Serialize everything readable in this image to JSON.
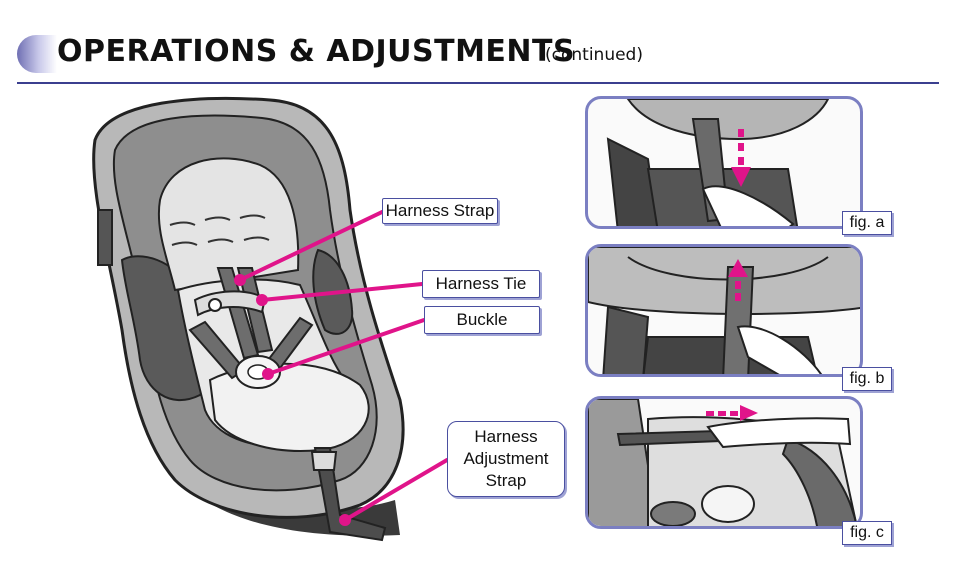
{
  "header": {
    "title": "OPERATIONS & ADJUSTMENTS",
    "subtitle": "(continued)"
  },
  "callouts": {
    "harness_strap": "Harness Strap",
    "harness_tie": "Harness Tie",
    "buckle": "Buckle",
    "adjustment_strap": [
      "Harness",
      "Adjustment",
      "Strap"
    ]
  },
  "figures": {
    "a": "fig. a",
    "b": "fig. b",
    "c": "fig. c"
  },
  "colors": {
    "accent": "#3b3f8f",
    "callout_line": "#e0148a",
    "panel_border": "#7b7fc2"
  }
}
